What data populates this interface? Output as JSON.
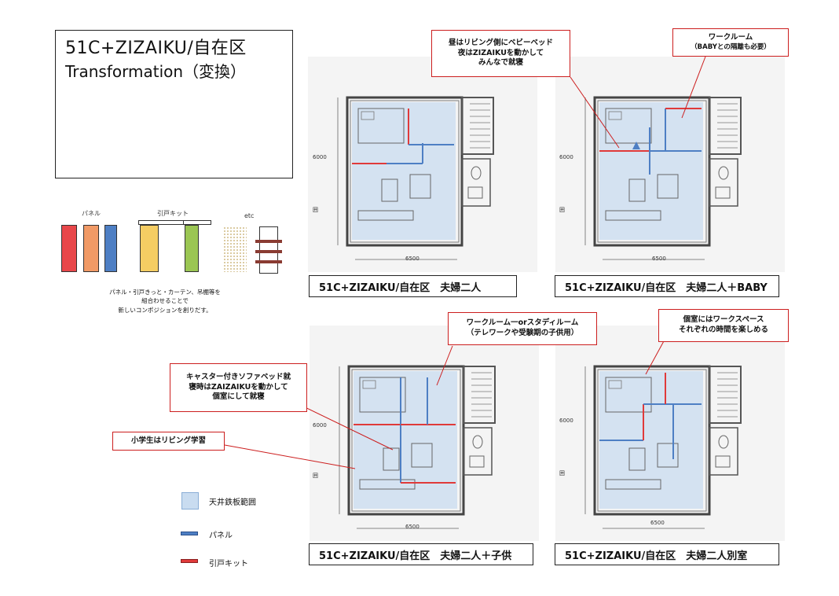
{
  "title": {
    "line1": "51C+ZIZAIKU/自在区",
    "line2": "Transformation（変換）"
  },
  "parts_legend": {
    "panel_label": "パネル",
    "sliding_label": "引戸キット",
    "etc_label": "etc",
    "note_lines": [
      "パネル・引戸きっと・カーテン、吊棚等を",
      "組合わせることで",
      "新しいコンポジションを創りだす。"
    ],
    "colors": {
      "red": "#e8474a",
      "orange": "#f19a66",
      "blue": "#4e7fc4",
      "yellow": "#f5cd63",
      "green": "#9bc653",
      "dots": "#d8c79a",
      "brown": "#8a3b32"
    }
  },
  "plans": [
    {
      "label": "51C+ZIZAIKU/自在区　夫婦二人",
      "dim_h": "6000",
      "dim_w": "6500",
      "scale_mark": "囲"
    },
    {
      "label": "51C+ZIZAIKU/自在区　夫婦二人＋BABY",
      "dim_h": "6000",
      "dim_w": "6500",
      "scale_mark": "囲"
    },
    {
      "label": "51C+ZIZAIKU/自在区　夫婦二人＋子供",
      "dim_h": "6000",
      "dim_w": "6500",
      "scale_mark": "囲"
    },
    {
      "label": "51C+ZIZAIKU/自在区　夫婦二人別室",
      "dim_h": "6000",
      "dim_w": "6500",
      "scale_mark": "囲"
    }
  ],
  "callouts": {
    "baby_sleep": [
      "昼はリビング側にベビーベッド",
      "夜はZIZAIKUを動かして",
      "みんなで就寝"
    ],
    "workroom": [
      "ワークルーム",
      "（BABYとの隔離も必要）"
    ],
    "study": [
      "ワークルーム一orスタディルーム",
      "（テレワークや受験期の子供用）"
    ],
    "sofa_bed": [
      "キャスター付きソファベッド就",
      "寝時はZAIZAIKUを動かして",
      "個室にして就寝"
    ],
    "living_study": [
      "小学生はリビング学習"
    ],
    "private_rooms": [
      "個室にはワークスペース",
      "それぞれの時間を楽しめる"
    ]
  },
  "bottom_legend": {
    "ceiling_label": "天井鉄板範囲",
    "panel_label": "パネル",
    "sliding_label": "引戸キット",
    "ceiling_color": "#c9dcf0",
    "panel_color": "#4e7fc4",
    "sliding_color": "#e03a3a"
  }
}
